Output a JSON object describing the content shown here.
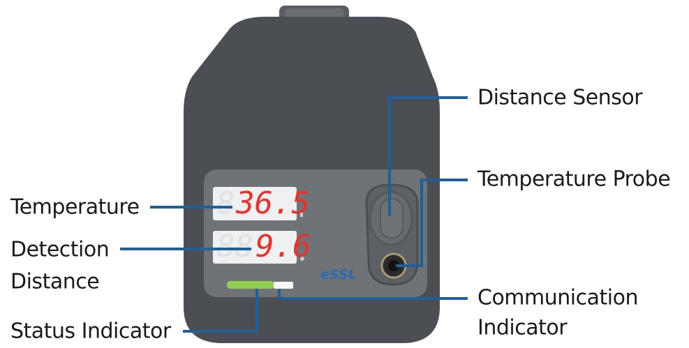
{
  "device": {
    "temperature_reading": "36.5",
    "distance_reading": "9.6",
    "brand": "eSSL",
    "ghost_temp": "8",
    "ghost_dist": "88",
    "status_color": "#8fd14f",
    "body_color": "#4b4f53",
    "panel_color": "#6f7377"
  },
  "labels": {
    "distance_sensor": "Distance Sensor",
    "temperature_probe": "Temperature Probe",
    "temperature": "Temperature",
    "detection_distance_line1": "Detection",
    "detection_distance_line2": "Distance",
    "status_indicator": "Status Indicator",
    "communication_indicator_line1": "Communication",
    "communication_indicator_line2": "Indicator"
  },
  "colors": {
    "callout_line": "#1f5f9c",
    "display_digits": "#e8312a"
  }
}
